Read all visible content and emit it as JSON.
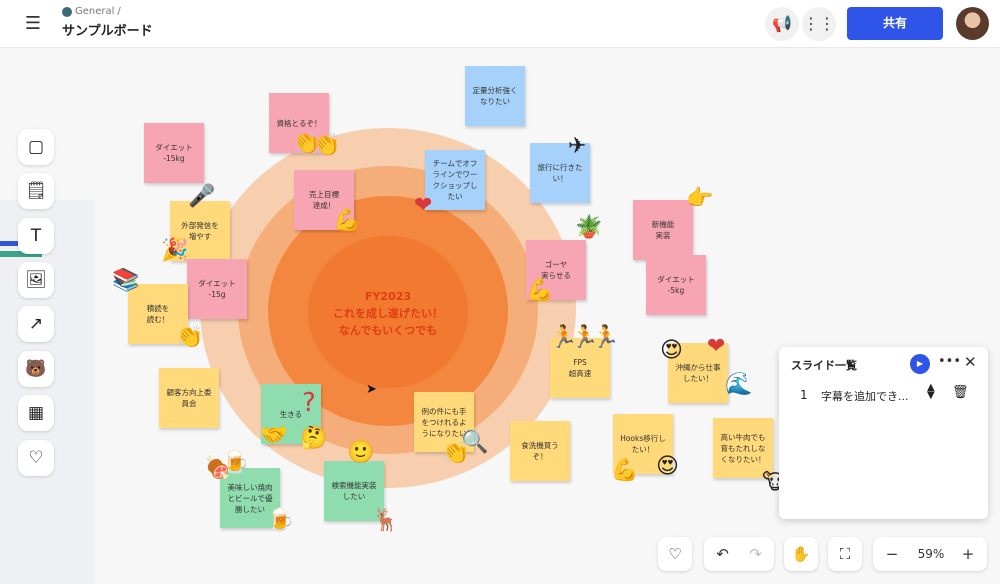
{
  "header": {
    "menu_icon": "hamburger-icon",
    "workspace": "General",
    "board_title": "サンプルボード",
    "share_label": "共有",
    "accent": "#2e54e8"
  },
  "toolbar": {
    "items": [
      "square-shape-icon",
      "sticky-note-icon",
      "text-icon",
      "image-icon",
      "connector-icon",
      "sticker-icon",
      "template-icon",
      "reaction-heart-icon"
    ]
  },
  "canvas": {
    "center_lines": [
      "FY2023",
      "これを成し遂げたい！",
      "なんでもいくつでも"
    ],
    "stickies": [
      {
        "text": "ダイエット\n-15kg",
        "color": "pink"
      },
      {
        "text": "資格とるぞ！",
        "color": "pink"
      },
      {
        "text": "定量分析強く\nなりたい",
        "color": "blue"
      },
      {
        "text": "チームでオフ\nラインでワー\nクショップし\nたい",
        "color": "blue"
      },
      {
        "text": "旅行に行きた\nい！",
        "color": "blue"
      },
      {
        "text": "売上目標\n達成！",
        "color": "pink"
      },
      {
        "text": "外部発信を\n増やす",
        "color": "yellow"
      },
      {
        "text": "ダイエット\n-15g",
        "color": "pink"
      },
      {
        "text": "積読を\n読む！",
        "color": "yellow"
      },
      {
        "text": "ゴーヤ\n実らせる",
        "color": "pink"
      },
      {
        "text": "新機能\n実装",
        "color": "pink"
      },
      {
        "text": "ダイエット\n-5kg",
        "color": "pink"
      },
      {
        "text": "FPS\n超高速",
        "color": "yellow"
      },
      {
        "text": "沖縄から仕事\nしたい！",
        "color": "yellow"
      },
      {
        "text": "顧客方向上委\n員会",
        "color": "yellow"
      },
      {
        "text": "生きる",
        "color": "green"
      },
      {
        "text": "例の件にも手\nをつけれるよ\nうになりたい",
        "color": "yellow"
      },
      {
        "text": "食洗機買う\nぞ！",
        "color": "yellow"
      },
      {
        "text": "Hooks移行し\nたい！",
        "color": "yellow"
      },
      {
        "text": "高い牛肉でも\n育もたれしな\nくなりたい！",
        "color": "yellow"
      },
      {
        "text": "美味しい焼肉\nとビールで優\n勝したい",
        "color": "green"
      },
      {
        "text": "検索機能実装\nしたい",
        "color": "green"
      }
    ]
  },
  "slides": {
    "title": "スライド一覧",
    "rows": [
      {
        "num": "1",
        "text": "字幕を追加でき..."
      }
    ]
  },
  "bottom": {
    "zoom": "59%"
  }
}
